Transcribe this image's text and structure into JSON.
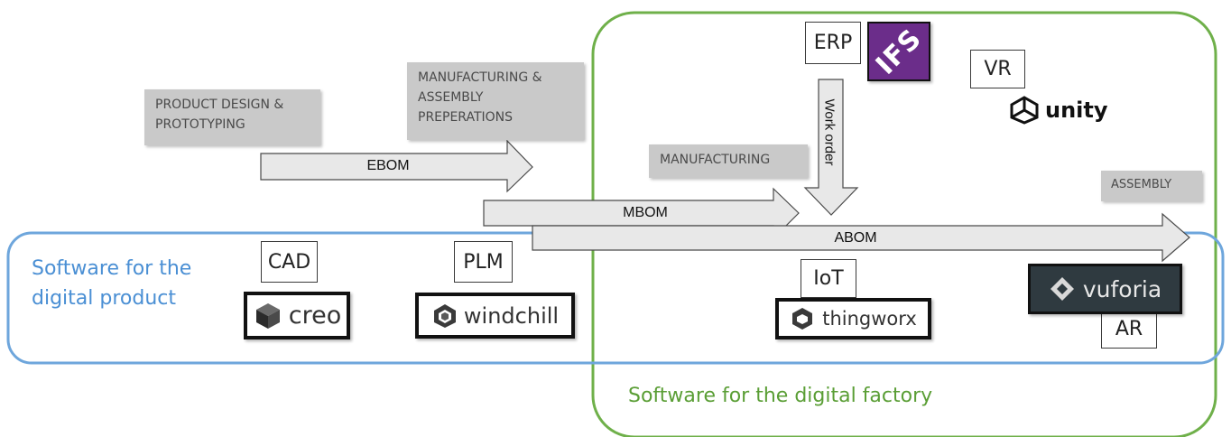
{
  "colors": {
    "product_region": "#6ea6dc",
    "factory_region": "#6fb04a",
    "product_region_text": "#4a8fd4",
    "factory_region_text": "#5a9e35",
    "stage_fill": "#c9c9c9",
    "arrow_fill": "#e6e6e6",
    "ifs_purple": "#6b2d8a"
  },
  "regions": {
    "digital_product": "Software for the\ndigital product",
    "digital_factory": "Software for the digital factory"
  },
  "stages": {
    "product_design": "PRODUCT DESIGN &\nPROTOTYPING",
    "manufacturing_prep": "MANUFACTURING &\nASSEMBLY\nPREPERATIONS",
    "manufacturing": "MANUFACTURING",
    "assembly": "ASSEMBLY"
  },
  "arrows": {
    "ebom": "EBOM",
    "mbom": "MBOM",
    "abom": "ABOM",
    "work_order": "Work order"
  },
  "categories": {
    "cad": "CAD",
    "plm": "PLM",
    "erp": "ERP",
    "vr": "VR",
    "iot": "IoT",
    "ar": "AR"
  },
  "logos": {
    "creo": "creo",
    "windchill": "windchill",
    "thingworx": "thingworx",
    "vuforia": "vuforia",
    "unity": "unity",
    "ifs": "IFS"
  },
  "icons": {
    "creo": "cube-icon",
    "windchill": "windchill-mark-icon",
    "thingworx": "thingworx-mark-icon",
    "vuforia": "vuforia-mark-icon",
    "unity": "unity-cube-icon"
  }
}
